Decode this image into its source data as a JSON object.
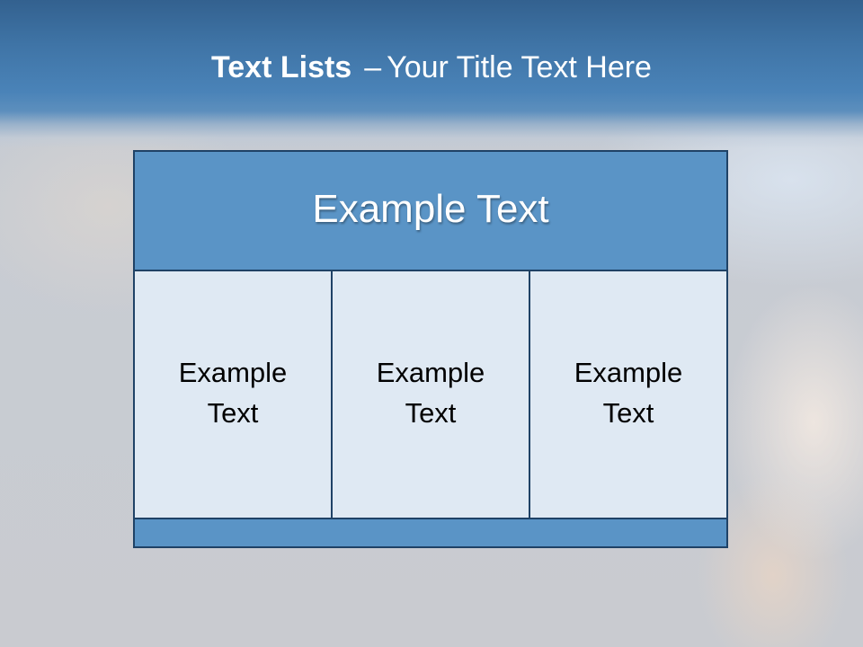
{
  "slide": {
    "title_bold": "Text Lists",
    "title_separator": "–",
    "title_rest": "Your Title Text Here"
  },
  "diagram": {
    "header": "Example Text",
    "columns": [
      {
        "label": "Example Text"
      },
      {
        "label": "Example Text"
      },
      {
        "label": "Example Text"
      }
    ],
    "footer": ""
  },
  "colors": {
    "title_band": "#4a83b8",
    "header_fill": "#5a94c6",
    "column_fill": "#dfe9f3",
    "border": "#1f4266"
  }
}
